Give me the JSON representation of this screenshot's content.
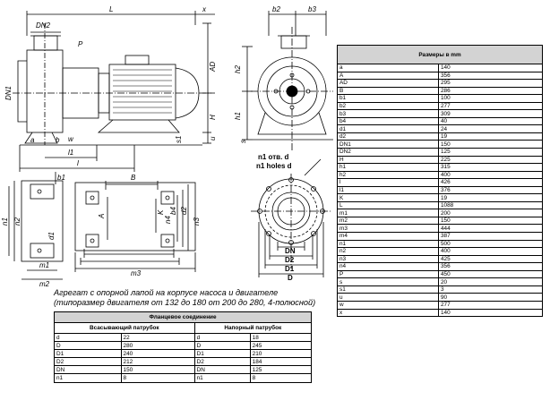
{
  "drawing_labels": {
    "L": "L",
    "x": "x",
    "DN2": "DN2",
    "P": "P",
    "AD": "AD",
    "H": "H",
    "u": "u",
    "DN1": "DN1",
    "w": "w",
    "s1": "s1",
    "a": "a",
    "b": "b",
    "l1": "l1",
    "l": "l",
    "h2": "h2",
    "h1": "h1",
    "b2": "b2",
    "b3": "b3",
    "s": "s",
    "b1": "b1",
    "n1": "n1",
    "n2": "n2",
    "d1": "d1",
    "m1": "m1",
    "m2": "m2",
    "B": "B",
    "A": "A",
    "K": "K",
    "b4": "b4",
    "n4": "n4",
    "d2": "d2",
    "n3": "n3",
    "m3": "m3",
    "holes_ru": "n1 отв. d",
    "holes_en": "n1 holes d",
    "DN": "DN",
    "D2": "D2",
    "D1": "D1",
    "D": "D"
  },
  "caption": {
    "line1": "Агрегат с опорной лапой на корпусе насоса и двигателе",
    "line2": "(типоразмер двигателя от 132 до 180 от 200 до 280, 4-полюсной)"
  },
  "dimensions_table": {
    "title": "Размеры в mm",
    "rows": [
      [
        "a",
        "140"
      ],
      [
        "A",
        "356"
      ],
      [
        "AD",
        "295"
      ],
      [
        "B",
        "286"
      ],
      [
        "b1",
        "100"
      ],
      [
        "b2",
        "277"
      ],
      [
        "b3",
        "309"
      ],
      [
        "b4",
        "40"
      ],
      [
        "d1",
        "24"
      ],
      [
        "d2",
        "19"
      ],
      [
        "DN1",
        "150"
      ],
      [
        "DN2",
        "125"
      ],
      [
        "H",
        "225"
      ],
      [
        "h1",
        "315"
      ],
      [
        "h2",
        "400"
      ],
      [
        "l",
        "426"
      ],
      [
        "l1",
        "376"
      ],
      [
        "K",
        "19"
      ],
      [
        "L",
        "1088"
      ],
      [
        "m1",
        "200"
      ],
      [
        "m2",
        "150"
      ],
      [
        "m3",
        "444"
      ],
      [
        "m4",
        "387"
      ],
      [
        "n1",
        "500"
      ],
      [
        "n2",
        "400"
      ],
      [
        "n3",
        "425"
      ],
      [
        "n4",
        "356"
      ],
      [
        "P",
        "450"
      ],
      [
        "s",
        "20"
      ],
      [
        "s1",
        "3"
      ],
      [
        "u",
        "90"
      ],
      [
        "w",
        "277"
      ],
      [
        "x",
        "140"
      ]
    ]
  },
  "flange_table": {
    "title": "Фланцевое соединение",
    "left_header": "Всасывающий патрубок",
    "right_header": "Напорный патрубок",
    "rows": [
      [
        "d",
        "22",
        "d",
        "18"
      ],
      [
        "D",
        "280",
        "D",
        "245"
      ],
      [
        "D1",
        "240",
        "D1",
        "210"
      ],
      [
        "D2",
        "212",
        "D2",
        "184"
      ],
      [
        "DN",
        "150",
        "DN",
        "125"
      ],
      [
        "n1",
        "8",
        "n1",
        "8"
      ]
    ]
  }
}
